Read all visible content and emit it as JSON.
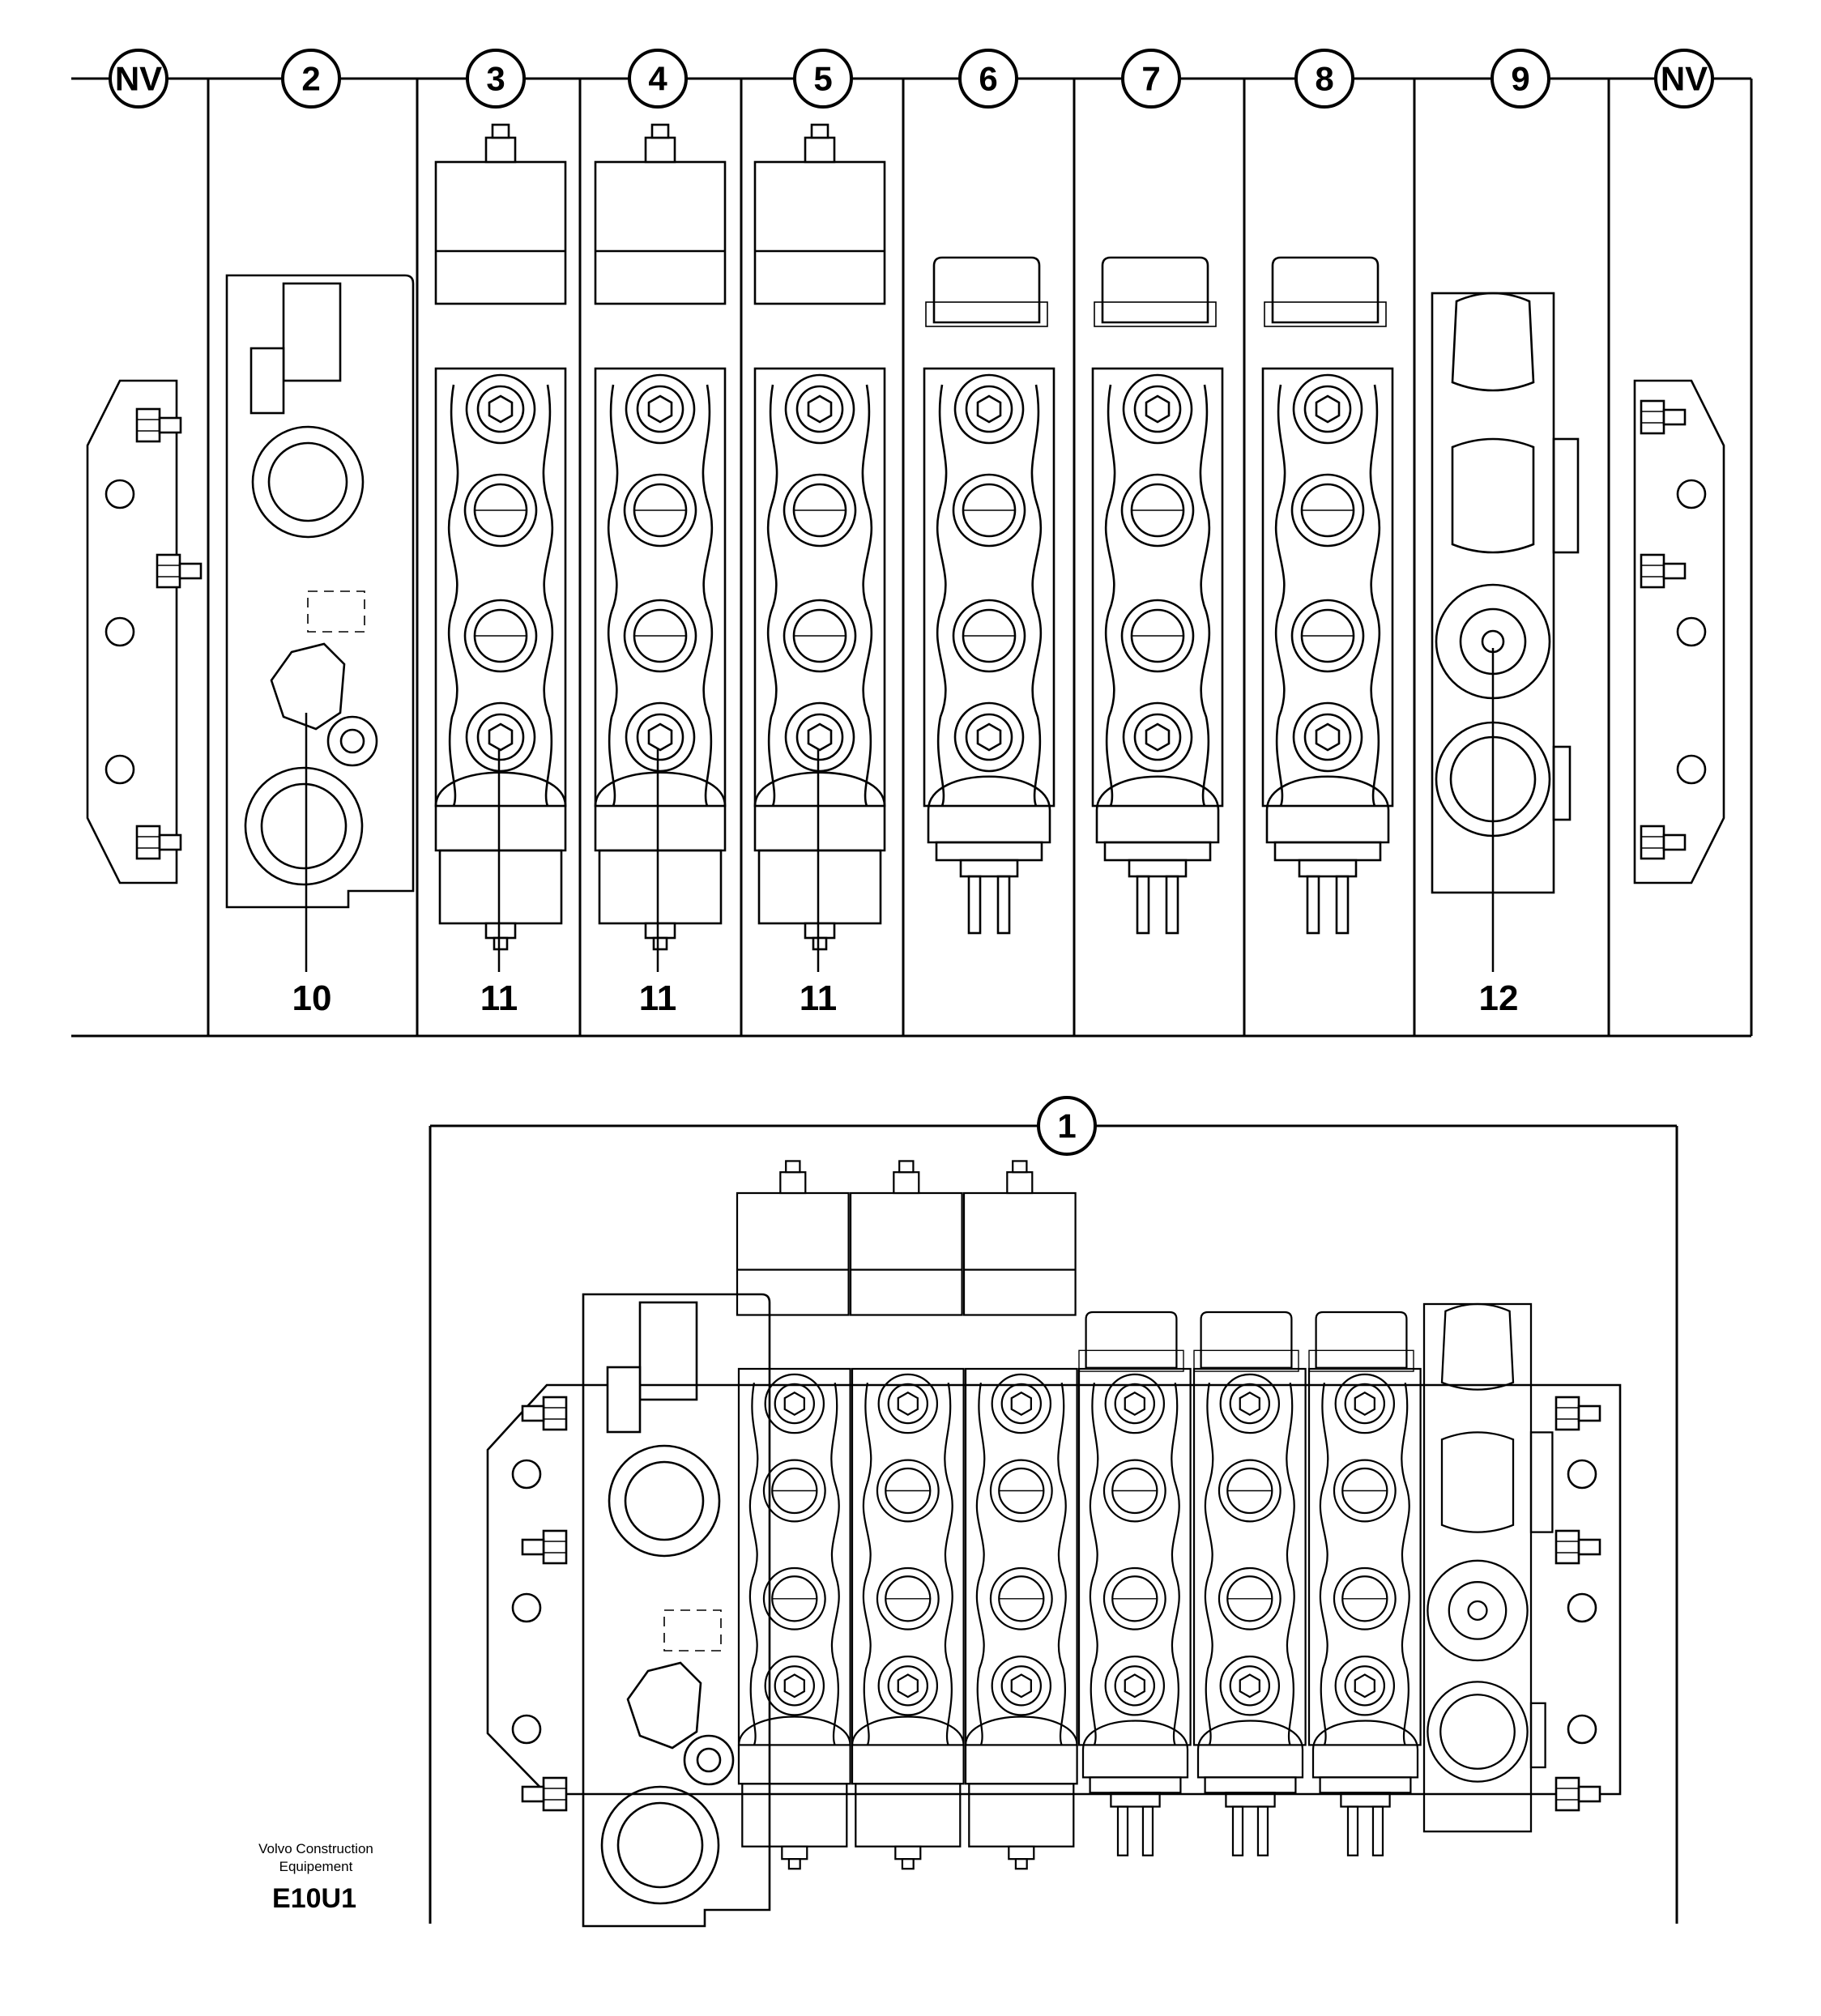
{
  "top_row": {
    "bubbles": [
      "NV",
      "2",
      "3",
      "4",
      "5",
      "6",
      "7",
      "8",
      "9",
      "NV"
    ],
    "callouts": [
      "10",
      "11",
      "11",
      "11",
      "12"
    ]
  },
  "assembly": {
    "bubble": "1"
  },
  "credit": {
    "line1": "Volvo Construction",
    "line2": "Equipement",
    "code": "E10U1"
  }
}
